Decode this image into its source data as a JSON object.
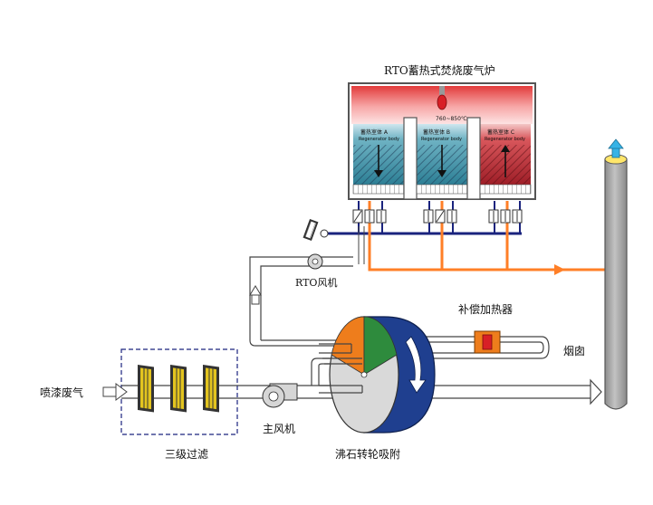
{
  "title": "RTO蓄热式焚烧废气炉",
  "labels": {
    "paint_exhaust": "喷漆废气",
    "three_stage_filter": "三级过滤",
    "main_fan": "主风机",
    "zeolite_rotor": "沸石转轮吸附",
    "rto_fan": "RTO风机",
    "compensating_heater": "补偿加热器",
    "chimney": "烟囱"
  },
  "rto": {
    "temperature": "760~850℃",
    "chambers": [
      {
        "name": "蓄热室体 A",
        "sub": "Regenerator body"
      },
      {
        "name": "蓄热室体 B",
        "sub": "Regenerator body"
      },
      {
        "name": "蓄热室体 C",
        "sub": "Regenerator body"
      }
    ]
  },
  "colors": {
    "duct_blue": "#1a237e",
    "hot_orange": "#ff7f27",
    "rotor_navy": "#1f3f8f",
    "rotor_gray": "#d9d9d9",
    "rotor_orange": "#ee7d1c",
    "rotor_green": "#2e8b3d",
    "chamber_teal": "#4a9fb0",
    "chamber_red": "#c0303a",
    "chimney_gray": "#a9a9a9",
    "filter_yellow": "#e3c41f"
  },
  "icons": [
    "damper-icon",
    "fan-icon",
    "heater-icon",
    "burner-icon",
    "flow-arrow-icon"
  ]
}
